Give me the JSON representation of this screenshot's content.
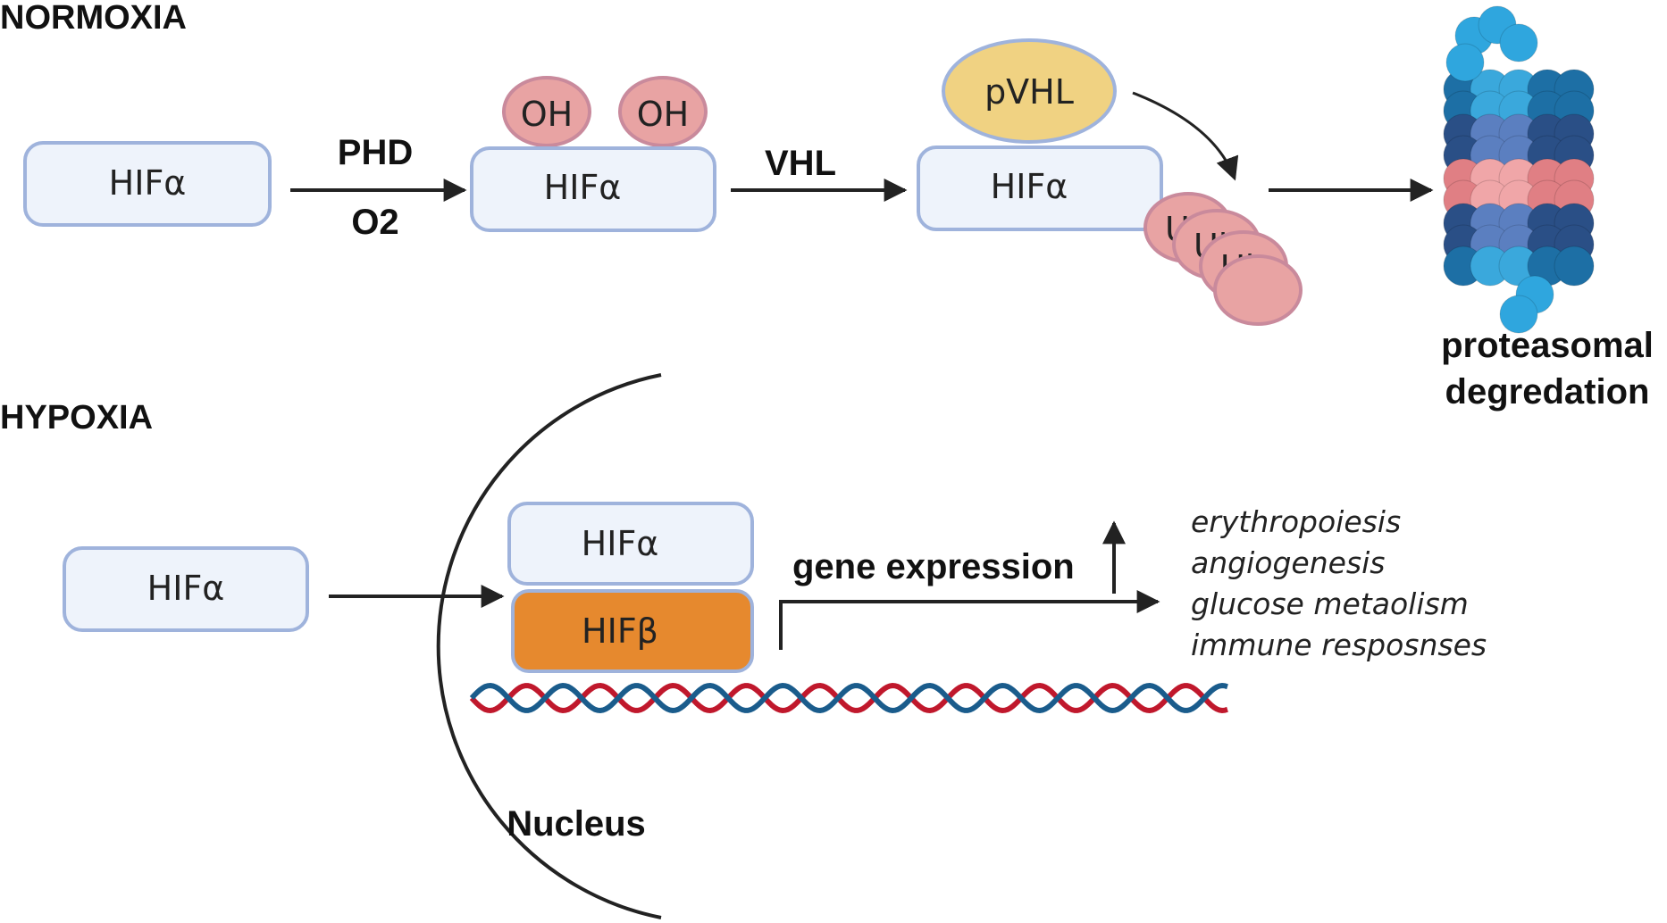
{
  "normoxia": {
    "title": "NORMOXIA",
    "hif_box_1": "HIFα",
    "arrow1_top": "PHD",
    "arrow1_bottom": "O2",
    "oh_1": "OH",
    "oh_2": "OH",
    "hif_box_2": "HIFα",
    "arrow2_label": "VHL",
    "pvhl": "pVHL",
    "hif_box_3": "HIFα",
    "ub_labels": [
      "Ub",
      "Ub",
      "Ub"
    ],
    "proteasome_line1": "proteasomal",
    "proteasome_line2": "degredation"
  },
  "hypoxia": {
    "title": "HYPOXIA",
    "hif_alpha_out": "HIFα",
    "hif_alpha_in": "HIFα",
    "hif_beta": "HIFβ",
    "gene_expression": "gene expression",
    "outcomes": [
      "erythropoiesis",
      "angiogenesis",
      "glucose metaolism",
      "immune resposnses"
    ],
    "nucleus_label": "Nucleus"
  },
  "colors": {
    "box_fill": "#eef3fb",
    "box_stroke": "#9fb3dc",
    "oh_pink": "#e8a3a3",
    "pvhl_yellow": "#f0d282",
    "hif_beta_orange": "#e6892e",
    "dna_red": "#c0182c",
    "dna_blue": "#1a5c8c"
  }
}
